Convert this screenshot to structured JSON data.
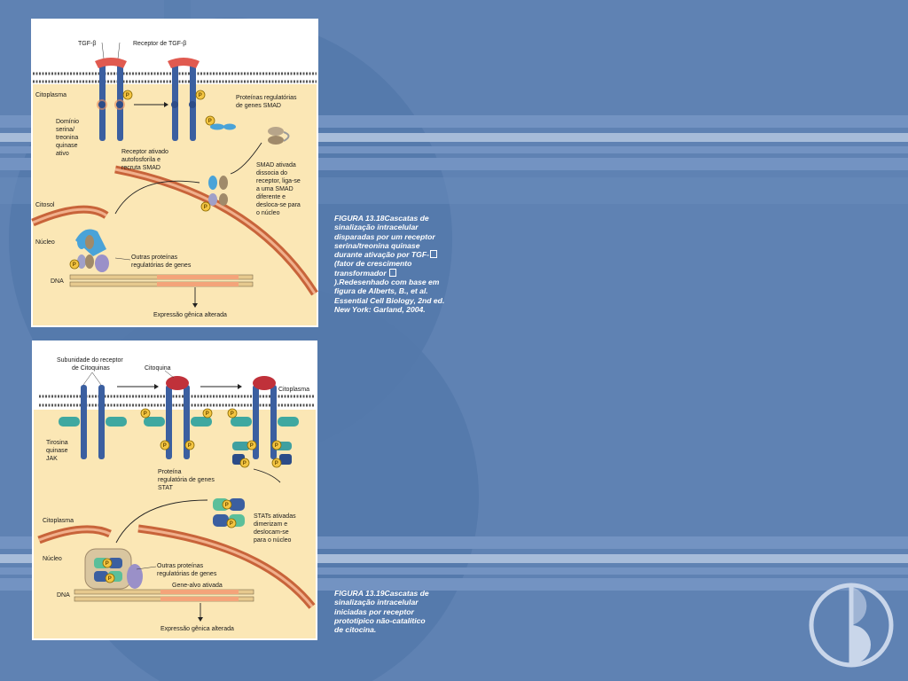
{
  "slide": {
    "colors": {
      "background": "#5f82b3",
      "stripe": "#6f90bf",
      "stripe_light": "#9db3d4",
      "figure_bg": "#fbe7b5",
      "nucleus_membrane": "#c8643a",
      "receptor": "#3b5fa0",
      "ligand": "#e05a50"
    },
    "logo_icon": "publisher-logo-icon"
  },
  "figure1": {
    "labels": {
      "tgf_beta": "TGF-β",
      "receptor_tgf": "Receptor de TGF-β",
      "citoplasma": "Citoplasma",
      "dominio_1": "Domínio",
      "dominio_2": "serina/",
      "dominio_3": "treonina",
      "dominio_4": "quinase",
      "dominio_5": "ativo",
      "receptor_ativado_1": "Receptor ativado",
      "receptor_ativado_2": "autofosforila e",
      "receptor_ativado_3": "recruta SMAD",
      "smad_reg_1": "Proteínas regulatórias",
      "smad_reg_2": "de genes SMAD",
      "smad_ativada_1": "SMAD ativada",
      "smad_ativada_2": "dissocia do",
      "smad_ativada_3": "receptor, liga-se",
      "smad_ativada_4": "a uma SMAD",
      "smad_ativada_5": "diferente e",
      "smad_ativada_6": "desloca-se para",
      "smad_ativada_7": "o núcleo",
      "citosol": "Citosol",
      "nucleo": "Núcleo",
      "outras_1": "Outras proteínas",
      "outras_2": "regulatórias de genes",
      "dna": "DNA",
      "expressao": "Expressão gênica alterada",
      "p": "P"
    },
    "caption": [
      "FIGURA 13.18Cascatas de",
      "sinalização intracelular",
      "disparadas por um receptor",
      "serina/treonina quinase",
      "durante ativação por TGF-",
      "(fator de crescimento",
      "transformador ",
      ").Redesenhado com base em",
      "figura de Alberts, B., et al.",
      "Essential Cell Biology, 2nd ed.",
      "New York: Garland, 2004."
    ]
  },
  "figure2": {
    "labels": {
      "subunidade_1": "Subunidade do receptor",
      "subunidade_2": "de Citoquinas",
      "citoquina": "Citoquina",
      "citoplasma_top": "Citoplasma",
      "tirosina_1": "Tirosina",
      "tirosina_2": "quinase",
      "tirosina_3": "JAK",
      "stat_1": "Proteína",
      "stat_2": "regulatória de genes",
      "stat_3": "STAT",
      "stats_ativ_1": "STATs ativadas",
      "stats_ativ_2": "dimerizam e",
      "stats_ativ_3": "deslocam-se",
      "stats_ativ_4": "para o núcleo",
      "citoplasma": "Citoplasma",
      "nucleo": "Núcleo",
      "outras_1": "Outras proteínas",
      "outras_2": "regulatórias de genes",
      "gene_alvo": "Gene-alvo ativada",
      "dna": "DNA",
      "expressao": "Expressão gênica alterada",
      "p": "P"
    },
    "caption": [
      "FIGURA 13.19Cascatas de",
      "sinalização intracelular",
      "iniciadas por receptor",
      "prototípico não-catalítico",
      "de citocina."
    ]
  }
}
